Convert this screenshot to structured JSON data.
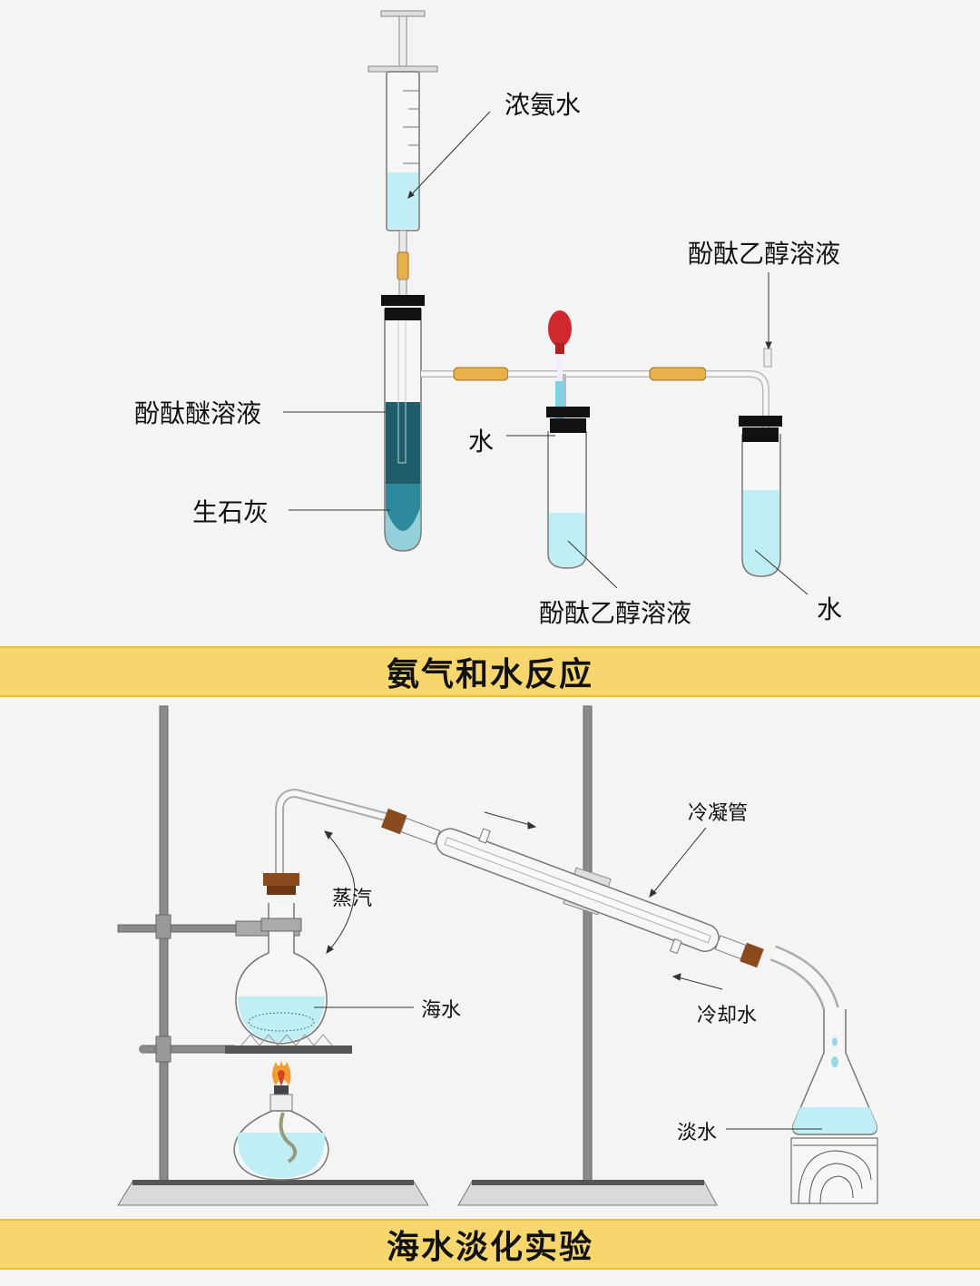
{
  "top_panel": {
    "title": "氨气和水反应",
    "labels": {
      "conc_ammonia": "浓氨水",
      "phenol_ethanol_top": "酚酞乙醇溶液",
      "phenol_ether": "酚酞醚溶液",
      "water_dropper": "水",
      "quicklime": "生石灰",
      "phenol_ethanol_bottom": "酚酞乙醇溶液",
      "water_right": "水"
    }
  },
  "bottom_panel": {
    "title": "海水淡化实验",
    "labels": {
      "condenser": "冷凝管",
      "steam": "蒸汽",
      "seawater": "海水",
      "cooling_water": "冷却水",
      "fresh_water": "淡水"
    }
  },
  "colors": {
    "banner": "#f7d66e",
    "liquid": "#bfeef4",
    "dark_solution": "#1f6a7a",
    "stopper": "#111111",
    "rubber_tube": "#e7b04a",
    "cork": "#8b4a1e",
    "bulb": "#d0282d"
  }
}
